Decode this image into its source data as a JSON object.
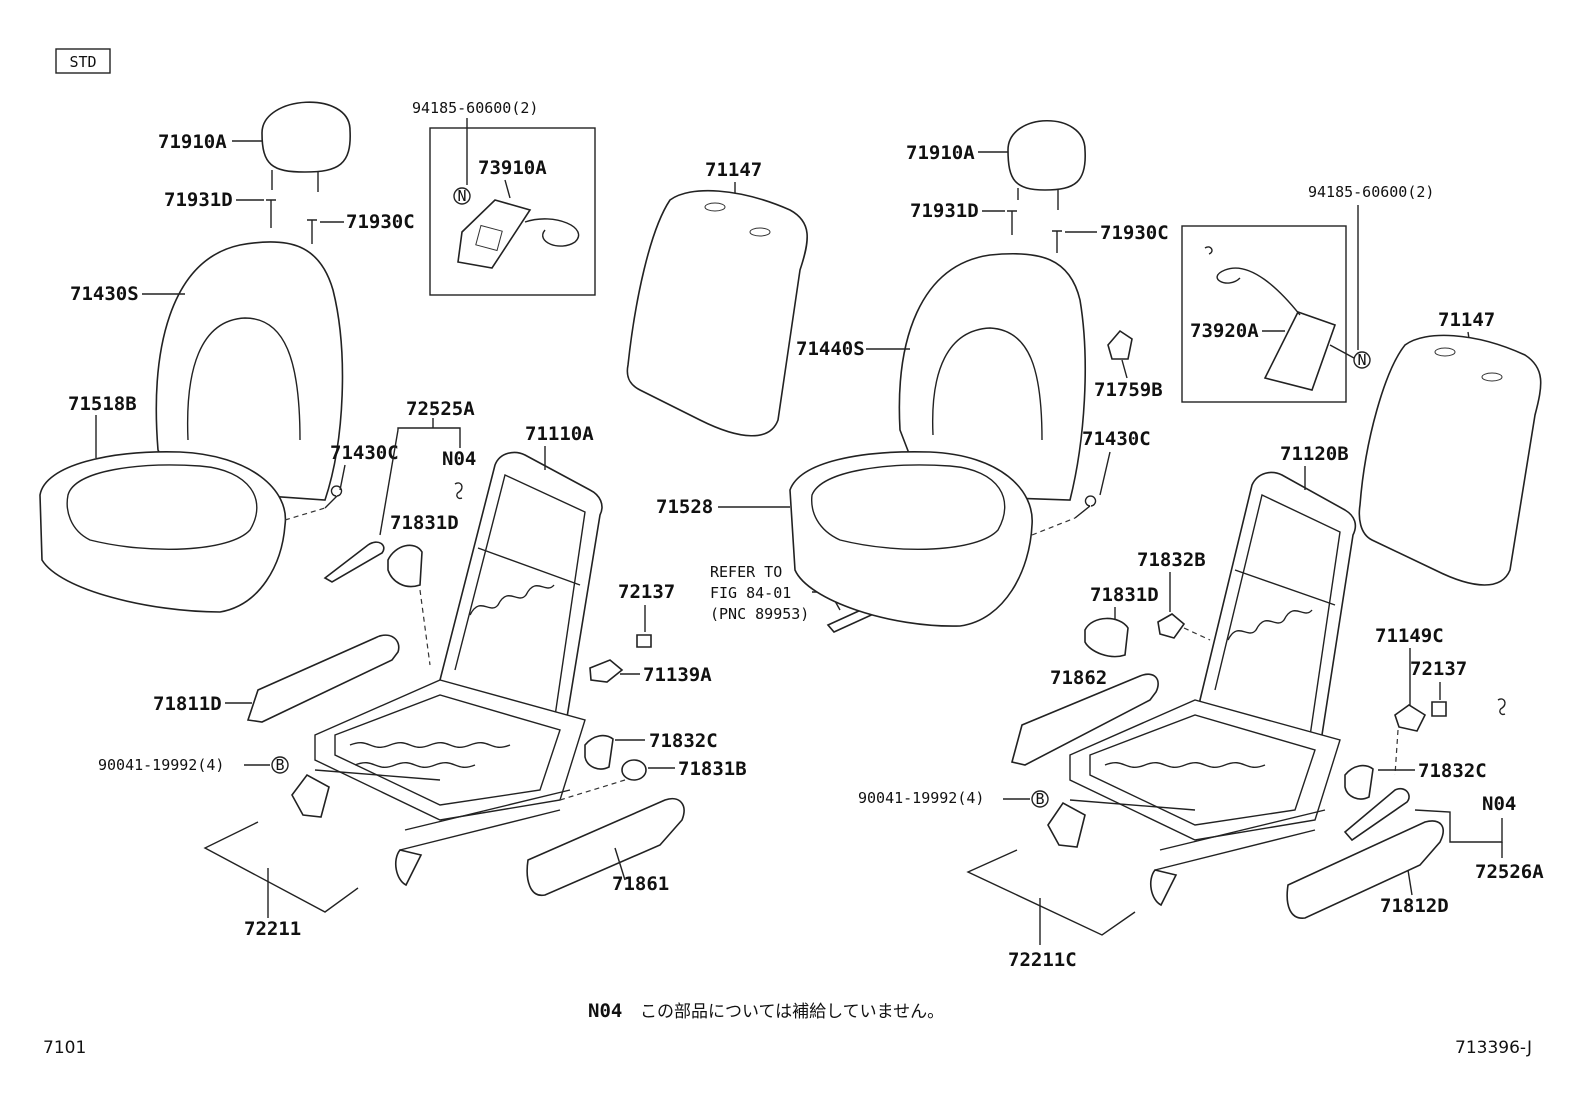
{
  "header": {
    "std_label": "STD"
  },
  "footer": {
    "left_code": "7101",
    "right_code": "713396-J",
    "note_code": "N04",
    "note_text": "この部品については補給していません。"
  },
  "left_seat": {
    "labels": {
      "headrest": "71910A",
      "guide_left": "71931D",
      "guide_right": "71930C",
      "back_cover": "71430S",
      "cushion": "71518B",
      "hook": "71430C",
      "lever_group": "72525A",
      "n04": "N04",
      "shield_inner": "71831D",
      "frame": "71110A",
      "clip": "72137",
      "bracket": "71139A",
      "shield_outer_l": "71811D",
      "bolt": "90041-19992(4)",
      "bolt_mark": "B",
      "cover_c": "71832C",
      "cover_b": "71831B",
      "shield_outer_r": "71861",
      "wire": "72211"
    }
  },
  "inset_left": {
    "bolt": "94185-60600(2)",
    "sensor": "73910A",
    "mark": "N"
  },
  "middle": {
    "back_board": "71147",
    "refer_line1": "REFER TO",
    "refer_line2": "FIG 84-01",
    "refer_line3": "(PNC 89953)"
  },
  "right_seat": {
    "labels": {
      "headrest": "71910A",
      "guide_left": "71931D",
      "guide_right": "71930C",
      "back_cover": "71440S",
      "clip_b": "71759B",
      "hook": "71430C",
      "cushion": "71528",
      "frame": "71120B",
      "cover_b": "71832B",
      "shield_inner": "71831D",
      "shield_outer_l": "71862",
      "cover_149": "71149C",
      "clip": "72137",
      "cover_c": "71832C",
      "n04": "N04",
      "bolt": "90041-19992(4)",
      "bolt_mark": "B",
      "lever": "72526A",
      "shield_outer_r": "71812D",
      "wire": "72211C",
      "back_board": "71147"
    }
  },
  "inset_right": {
    "bolt": "94185-60600(2)",
    "sensor": "73920A",
    "mark": "N"
  }
}
